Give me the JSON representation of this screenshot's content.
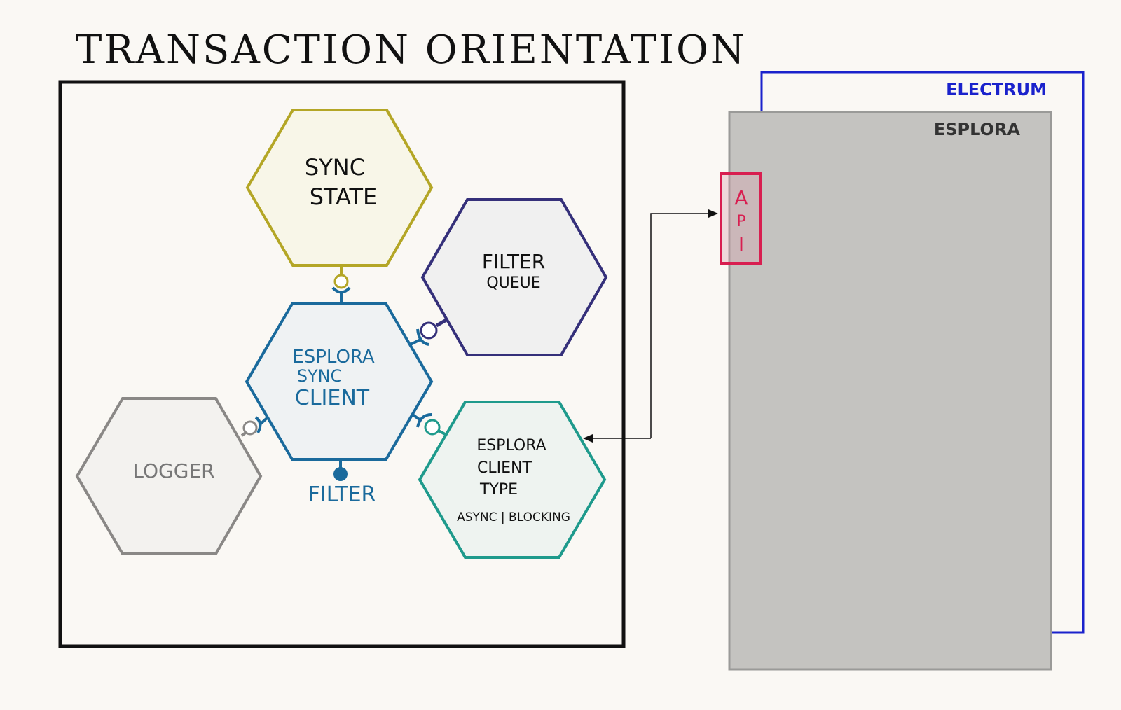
{
  "title": "TRANSACTION ORIENTATION",
  "colors": {
    "background": "#faf8f4",
    "frame": "#111111",
    "sync_state": "#b4a626",
    "filter_queue": "#35307a",
    "esplora_sync_client": "#1a6a9c",
    "esplora_client_type": "#1e9a8c",
    "logger": "#8a8886",
    "electrum": "#1a22cc",
    "esplora_box": "#9a9a98",
    "esplora_fill": "#c4c3c0",
    "api": "#d81e50",
    "arrow": "#111111"
  },
  "hexagons": {
    "sync_state": {
      "line1": "SYNC",
      "line2": "STATE"
    },
    "filter_queue": {
      "line1": "FILTER",
      "line2": "QUEUE"
    },
    "esplora_sync_client": {
      "line1": "ESPLORA",
      "line2": "SYNC",
      "line3": "CLIENT"
    },
    "esplora_client_type": {
      "line1": "ESPLORA",
      "line2": "CLIENT",
      "line3": "TYPE",
      "line4": "ASYNC | BLOCKING"
    },
    "logger": {
      "line1": "LOGGER"
    }
  },
  "ports": {
    "filter_label": "FILTER"
  },
  "external": {
    "electrum_label": "ELECTRUM",
    "esplora_label": "ESPLORA",
    "api_label_1": "A",
    "api_label_2": "P",
    "api_label_3": "I"
  }
}
